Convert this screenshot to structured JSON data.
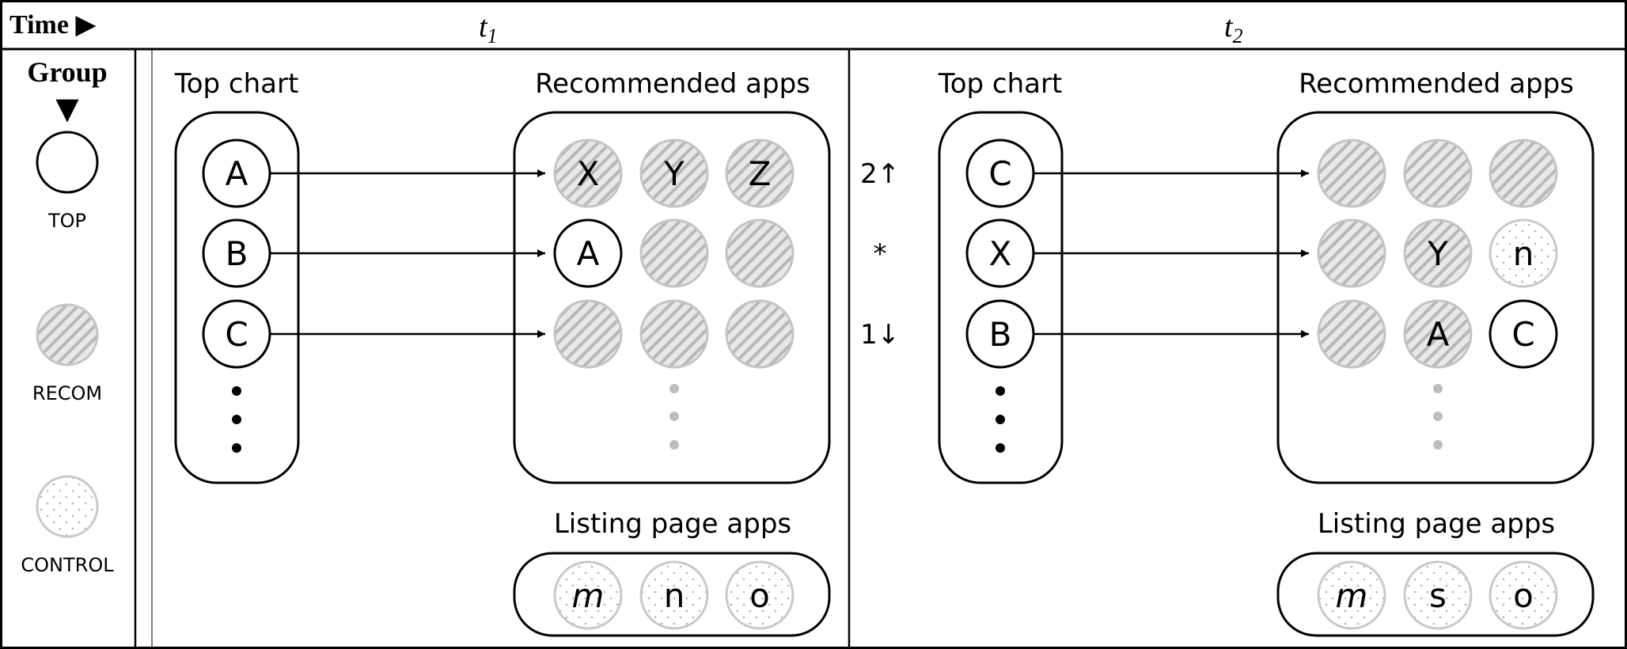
{
  "header": {
    "time_label": "Time ▶",
    "t1": {
      "base": "t",
      "sub": "1"
    },
    "t2": {
      "base": "t",
      "sub": "2"
    }
  },
  "legend": {
    "title": "Group",
    "arrow": "▼",
    "items": [
      {
        "label": "TOP",
        "style": "top"
      },
      {
        "label": "RECOM",
        "style": "recom"
      },
      {
        "label": "CONTROL",
        "style": "control"
      }
    ]
  },
  "t1": {
    "top_chart_title": "Top chart",
    "recommended_title": "Recommended apps",
    "listing_title": "Listing page apps",
    "top_chart": [
      "A",
      "B",
      "C"
    ],
    "rank_changes": [],
    "recommended": [
      [
        {
          "label": "X",
          "style": "recom"
        },
        {
          "label": "Y",
          "style": "recom"
        },
        {
          "label": "Z",
          "style": "recom"
        }
      ],
      [
        {
          "label": "A",
          "style": "top"
        },
        {
          "label": "",
          "style": "recom"
        },
        {
          "label": "",
          "style": "recom"
        }
      ],
      [
        {
          "label": "",
          "style": "recom"
        },
        {
          "label": "",
          "style": "recom"
        },
        {
          "label": "",
          "style": "recom"
        }
      ]
    ],
    "listing": [
      {
        "label": "m",
        "italic": true,
        "style": "control"
      },
      {
        "label": "n",
        "italic": false,
        "style": "control"
      },
      {
        "label": "o",
        "italic": false,
        "style": "control"
      }
    ]
  },
  "t2": {
    "top_chart_title": "Top chart",
    "recommended_title": "Recommended apps",
    "listing_title": "Listing page apps",
    "top_chart": [
      "C",
      "X",
      "B"
    ],
    "rank_changes": [
      "2↑",
      "*",
      "1↓"
    ],
    "recommended": [
      [
        {
          "label": "",
          "style": "recom"
        },
        {
          "label": "",
          "style": "recom"
        },
        {
          "label": "",
          "style": "recom"
        }
      ],
      [
        {
          "label": "",
          "style": "recom"
        },
        {
          "label": "Y",
          "style": "recom"
        },
        {
          "label": "n",
          "style": "control"
        }
      ],
      [
        {
          "label": "",
          "style": "recom"
        },
        {
          "label": "A",
          "style": "recom"
        },
        {
          "label": "C",
          "style": "top"
        }
      ]
    ],
    "listing": [
      {
        "label": "m",
        "italic": true,
        "style": "control"
      },
      {
        "label": "s",
        "italic": false,
        "style": "control"
      },
      {
        "label": "o",
        "italic": false,
        "style": "control"
      }
    ]
  }
}
